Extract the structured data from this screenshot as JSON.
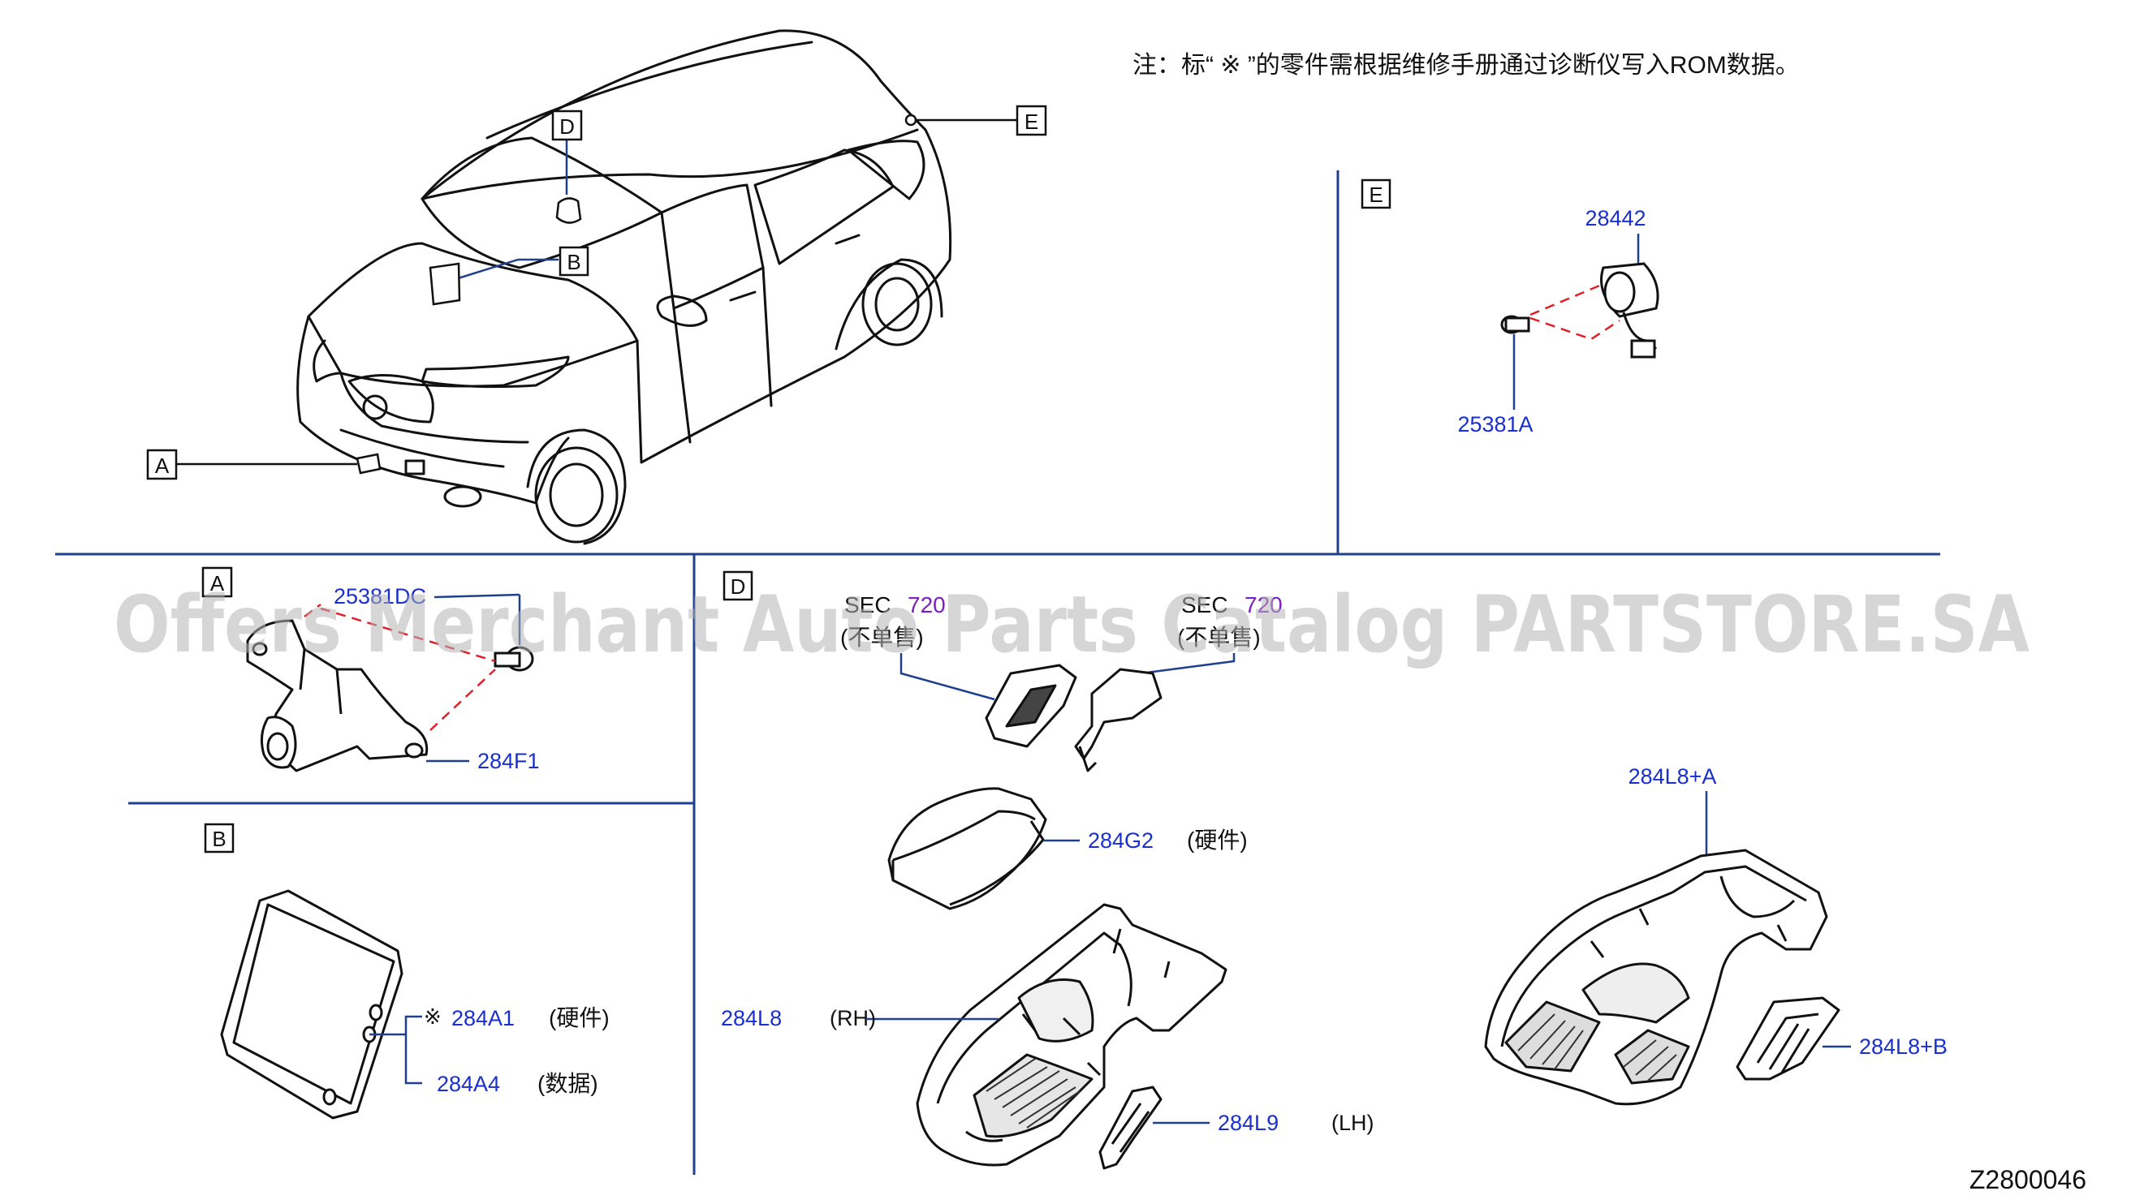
{
  "note": "注：标“  ※ ”的零件需根据维修手册通过诊断仪写入ROM数据。",
  "watermark": "Offers Merchant Auto Parts Catalog PARTSTORE.SA",
  "diagram_code": "Z2800046",
  "callouts": {
    "a": "A",
    "b": "B",
    "d": "D",
    "e": "E"
  },
  "sections": {
    "a": "A",
    "b": "B",
    "d": "D",
    "e": "E"
  },
  "section_a": {
    "clip": "25381DC",
    "camera": "284F1"
  },
  "section_b": {
    "mark": "※",
    "unit_hw": "284A1",
    "unit_hw_note": "(硬件)",
    "unit_data": "284A4",
    "unit_data_note": "(数据)"
  },
  "section_d": {
    "sec1": "SEC",
    "sec1_num": "720",
    "sec1_note": "(不单售)",
    "sec2": "SEC",
    "sec2_num": "720",
    "sec2_note": "(不单售)",
    "cover": "284G2",
    "cover_note": "(硬件)",
    "bracket_rh": "284L8",
    "rh": "(RH)",
    "bracket_lh": "284L9",
    "lh": "(LH)",
    "assy_a": "284L8+A",
    "assy_b": "284L8+B"
  },
  "section_e": {
    "camera": "28442",
    "clip": "25381A"
  },
  "colors": {
    "part_label": "#1a2fd0",
    "ref_label": "#7a1fc0",
    "divider": "#1f3f8f",
    "leader": "#e0202a"
  }
}
